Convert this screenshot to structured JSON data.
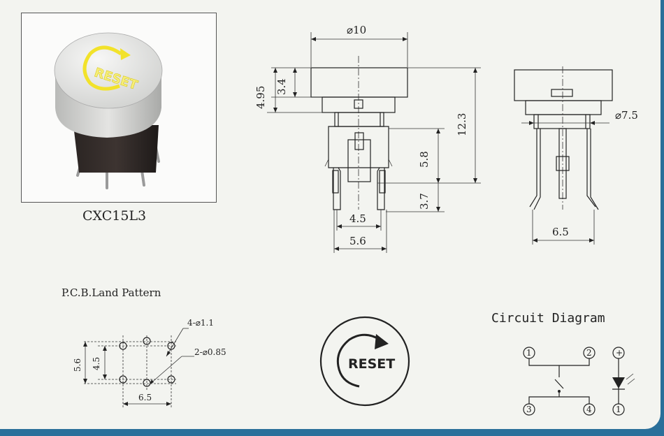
{
  "model": "CXC15L3",
  "pcb_title": "P.C.B.Land Pattern",
  "circuit_title": "Circuit Diagram",
  "cap_text": "RESET",
  "front_view": {
    "dia": "⌀10",
    "h495": "4.95",
    "h34": "3.4",
    "h123": "12.3",
    "h58": "5.8",
    "h37": "3.7",
    "w45": "4.5",
    "w56": "5.6"
  },
  "side_view": {
    "dia75": "⌀7.5",
    "w65": "6.5"
  },
  "pcb": {
    "h56": "5.6",
    "h45": "4.5",
    "w65": "6.5",
    "hole1": "4-⌀1.1",
    "hole2": "2-⌀0.85"
  },
  "circuit": {
    "pins": [
      "1",
      "2",
      "3",
      "4"
    ],
    "led_plus": "+",
    "led_pin": "1"
  },
  "colors": {
    "line": "#222222",
    "cap_yellow": "#f2e22a",
    "sheet": "#f3f4f0",
    "edge": "#2a6f9a"
  }
}
